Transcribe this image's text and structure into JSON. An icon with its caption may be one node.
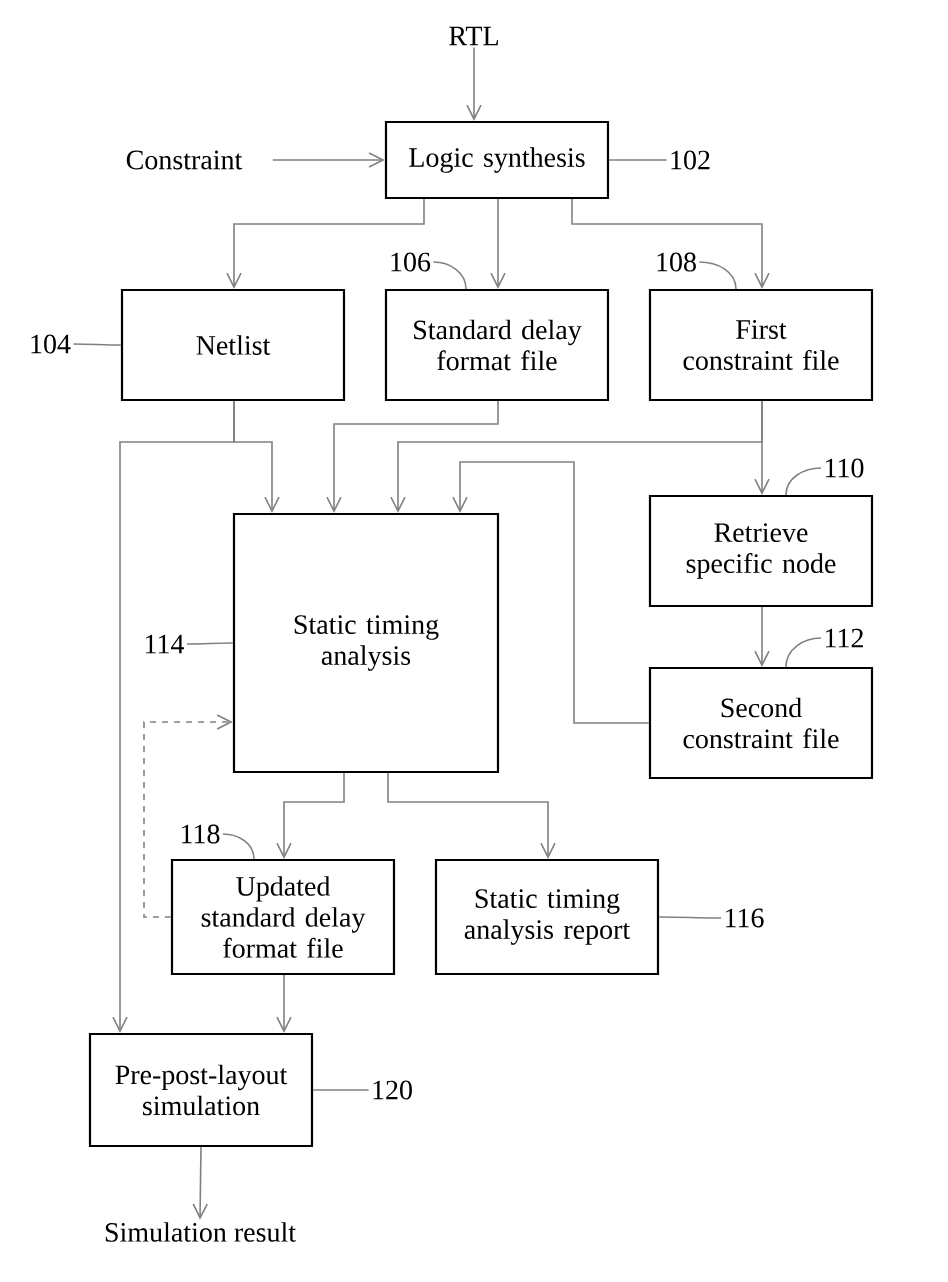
{
  "diagram": {
    "nodes": [
      {
        "text": [
          "RTL"
        ]
      },
      {
        "text": [
          "Constraint"
        ]
      },
      {
        "text": [
          "Logic synthesis"
        ]
      },
      {
        "text": [
          "Netlist"
        ]
      },
      {
        "text": [
          "Standard delay format file"
        ]
      },
      {
        "text": [
          "First constraint file"
        ]
      },
      {
        "text": [
          "Retrieve specific node"
        ]
      },
      {
        "text": [
          "Static timing analysis"
        ]
      },
      {
        "text": [
          "Second constraint file"
        ]
      },
      {
        "text": [
          "Updated standard delay format file"
        ]
      },
      {
        "text": [
          "Static timing analysis report"
        ]
      },
      {
        "text": [
          "Pre-post-layout simulation"
        ]
      },
      {
        "text": [
          "Simulation result"
        ]
      },
      {
        "text": [
          "102"
        ]
      },
      {
        "text": [
          "104"
        ]
      },
      {
        "text": [
          "106"
        ]
      },
      {
        "text": [
          "108"
        ]
      },
      {
        "text": [
          "110"
        ]
      },
      {
        "text": [
          "112"
        ]
      },
      {
        "text": [
          "114"
        ]
      },
      {
        "text": [
          "118"
        ]
      },
      {
        "text": [
          "116"
        ]
      },
      {
        "text": [
          "120"
        ]
      }
    ],
    "edges": [
      {
        "from": 0,
        "to": 2,
        "arrow": "to"
      },
      {
        "from": 1,
        "to": 2,
        "arrow": "to"
      },
      {
        "from": 2,
        "to": 3,
        "arrow": "to"
      },
      {
        "from": 2,
        "to": 4,
        "arrow": "to"
      },
      {
        "from": 2,
        "to": 5,
        "arrow": "to"
      },
      {
        "from": 3,
        "to": 7,
        "arrow": "to"
      },
      {
        "from": 3,
        "to": 11,
        "arrow": "to"
      },
      {
        "from": 4,
        "to": 7,
        "arrow": "to"
      },
      {
        "from": 5,
        "to": 7,
        "arrow": "to"
      },
      {
        "from": 5,
        "to": 6,
        "arrow": "to"
      },
      {
        "from": 6,
        "to": 8,
        "arrow": "to"
      },
      {
        "from": 8,
        "to": 7,
        "arrow": "to"
      },
      {
        "from": 7,
        "to": 9,
        "arrow": "to"
      },
      {
        "from": 7,
        "to": 10,
        "arrow": "to"
      },
      {
        "from": 9,
        "to": 7,
        "arrow": "to",
        "style": "dashed"
      },
      {
        "from": 9,
        "to": 11,
        "arrow": "to"
      },
      {
        "from": 11,
        "to": 12,
        "arrow": "to"
      },
      {
        "from": 13,
        "to": 2,
        "arrow": "none"
      },
      {
        "from": 14,
        "to": 3,
        "arrow": "none"
      },
      {
        "from": 15,
        "to": 4,
        "arrow": "none"
      },
      {
        "from": 16,
        "to": 5,
        "arrow": "none"
      },
      {
        "from": 17,
        "to": 6,
        "arrow": "none"
      },
      {
        "from": 18,
        "to": 8,
        "arrow": "none"
      },
      {
        "from": 19,
        "to": 7,
        "arrow": "none"
      },
      {
        "from": 20,
        "to": 9,
        "arrow": "none"
      },
      {
        "from": 21,
        "to": 10,
        "arrow": "none"
      },
      {
        "from": 22,
        "to": 11,
        "arrow": "none"
      }
    ]
  }
}
